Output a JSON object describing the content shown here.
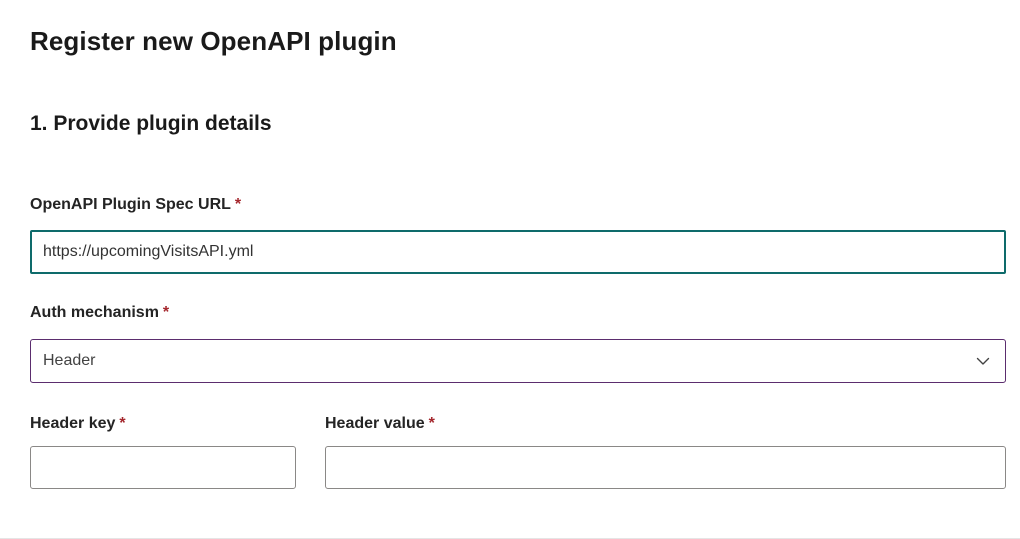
{
  "page": {
    "title": "Register new OpenAPI plugin",
    "section_title": "1. Provide plugin details"
  },
  "form": {
    "required_marker": "*",
    "spec_url": {
      "label": "OpenAPI Plugin Spec URL",
      "value": "https://upcomingVisitsAPI.yml"
    },
    "auth_mechanism": {
      "label": "Auth mechanism",
      "selected_option": "Header"
    },
    "header_key": {
      "label": "Header key",
      "value": "",
      "placeholder": ""
    },
    "header_value": {
      "label": "Header value",
      "value": "",
      "placeholder": ""
    }
  },
  "icons": {
    "dropdown_chevron": "chevron-down-icon"
  },
  "colors": {
    "text": "#1a1a1a",
    "required_asterisk": "#a4262c",
    "focused_input_border": "#0e6b6b",
    "dropdown_border": "#5b2d6e",
    "default_input_border": "#8a8886",
    "background": "#ffffff"
  }
}
